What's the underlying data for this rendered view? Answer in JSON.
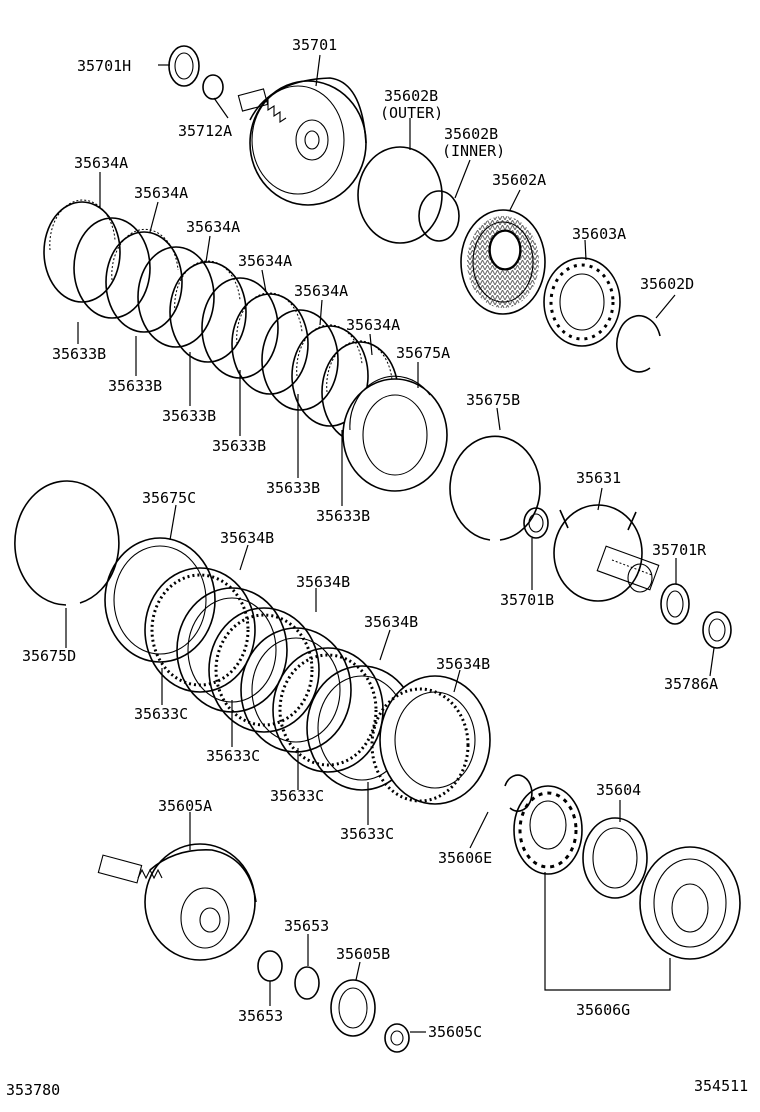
{
  "labels": {
    "p35701H": "35701H",
    "p35701": "35701",
    "p35712A": "35712A",
    "p35602B_outer": "35602B",
    "p35602B_outer_note": "(OUTER)",
    "p35602B_inner": "35602B",
    "p35602B_inner_note": "(INNER)",
    "p35602A": "35602A",
    "p35603A": "35603A",
    "p35602D": "35602D",
    "p35634A_1": "35634A",
    "p35634A_2": "35634A",
    "p35634A_3": "35634A",
    "p35634A_4": "35634A",
    "p35634A_5": "35634A",
    "p35634A_6": "35634A",
    "p35675A": "35675A",
    "p35633B_1": "35633B",
    "p35633B_2": "35633B",
    "p35633B_3": "35633B",
    "p35633B_4": "35633B",
    "p35633B_5": "35633B",
    "p35633B_6": "35633B",
    "p35675B": "35675B",
    "p35631": "35631",
    "p35701R": "35701R",
    "p35701B": "35701B",
    "p35786A": "35786A",
    "p35675C": "35675C",
    "p35675D": "35675D",
    "p35634B_1": "35634B",
    "p35634B_2": "35634B",
    "p35634B_3": "35634B",
    "p35634B_4": "35634B",
    "p35633C_1": "35633C",
    "p35633C_2": "35633C",
    "p35633C_3": "35633C",
    "p35633C_4": "35633C",
    "p35604": "35604",
    "p35606E": "35606E",
    "p35605A": "35605A",
    "p35653_1": "35653",
    "p35653_2": "35653",
    "p35605B": "35605B",
    "p35605C": "35605C",
    "p35606G": "35606G"
  },
  "footer": {
    "left_code": "353780",
    "right_code": "354511"
  }
}
